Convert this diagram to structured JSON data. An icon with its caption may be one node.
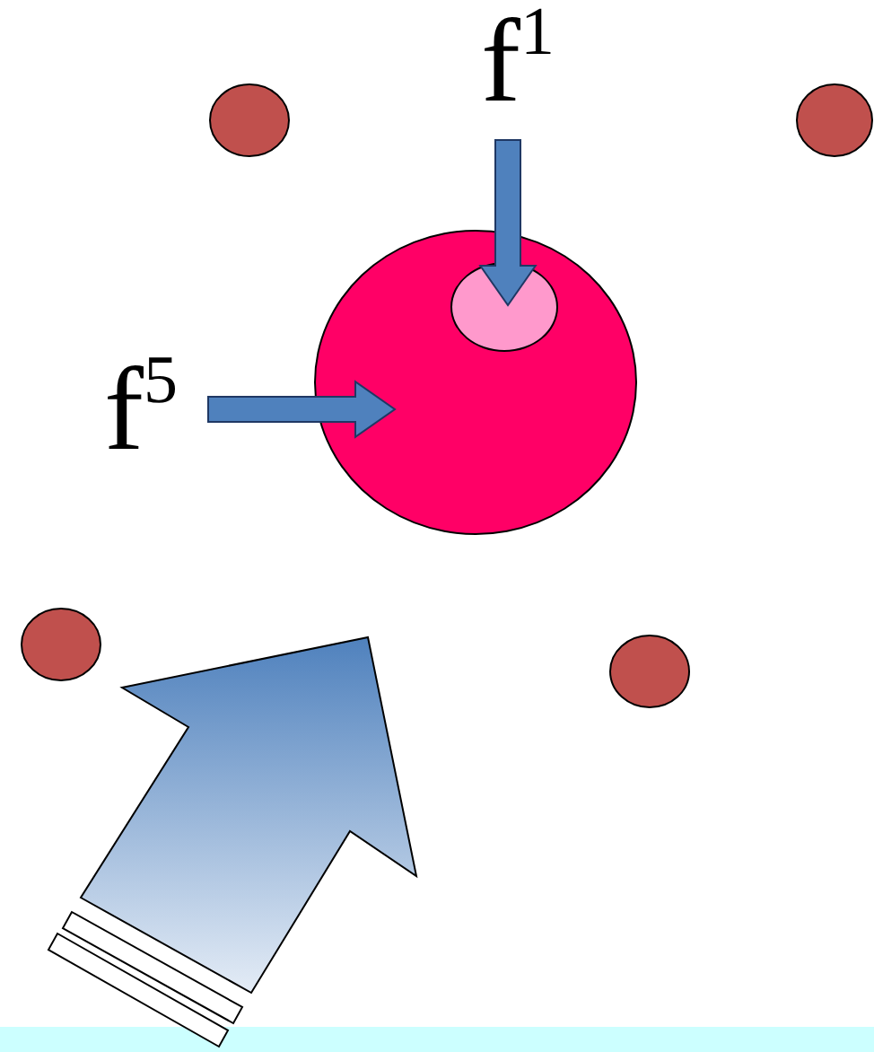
{
  "diagram": {
    "nodes": [
      {
        "text": [
          "f$^{1}$"
        ]
      },
      {
        "text": [
          "f$^{5}$"
        ]
      },
      {
        "text": [],
        "shape": "circle"
      },
      {
        "text": [],
        "shape": "circle",
        "in": 2
      }
    ],
    "edges": [
      {
        "from": 0,
        "to": 3,
        "arrow": "to",
        "style": "thick"
      },
      {
        "from": 1,
        "to": 2,
        "arrow": "to",
        "style": "thick"
      }
    ]
  }
}
